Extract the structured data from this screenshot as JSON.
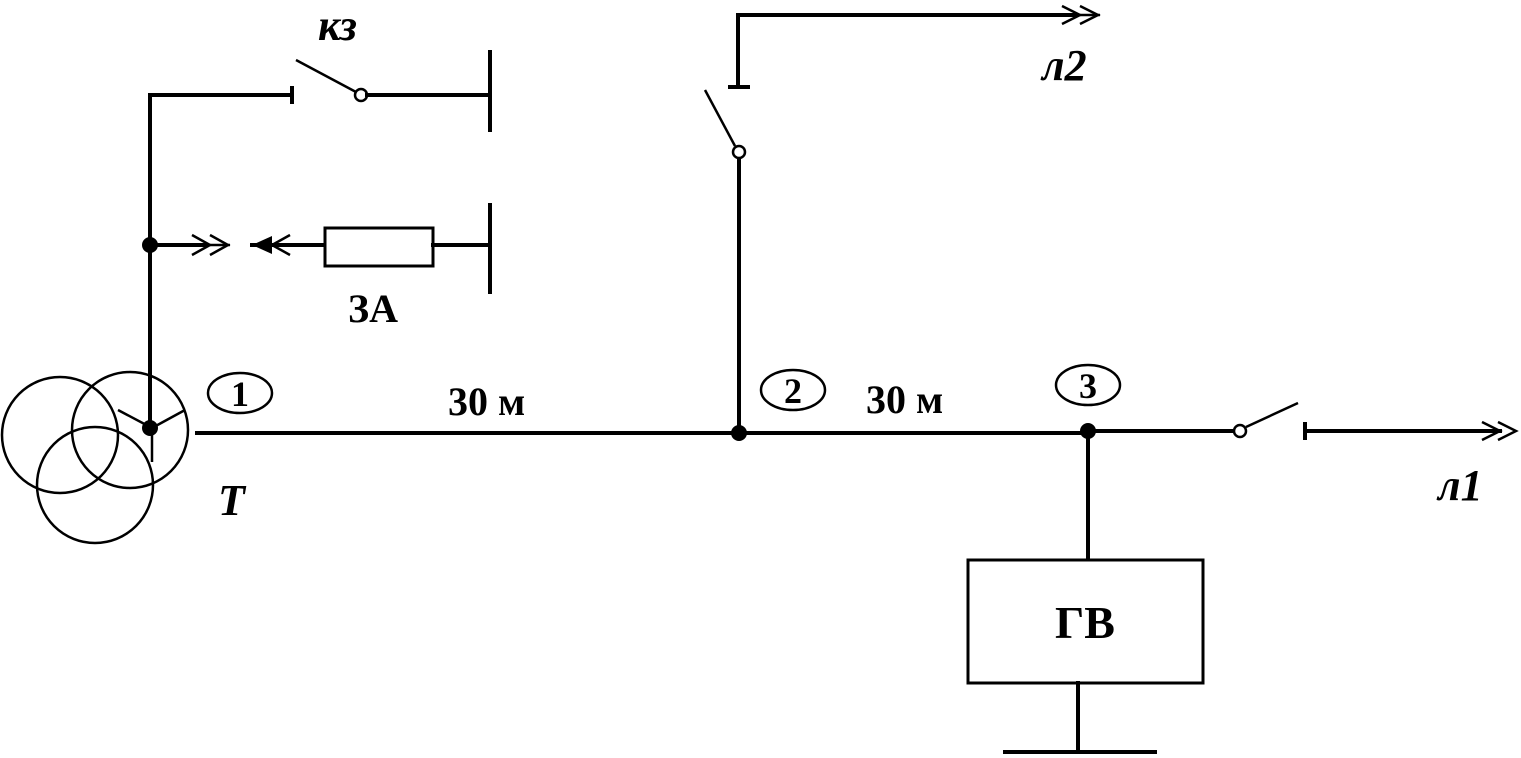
{
  "labels": {
    "kz": "кз",
    "l2": "л2",
    "l1": "л1",
    "za": "ЗА",
    "transformer": "Т",
    "dist_12": "30 м",
    "dist_23": "30 м",
    "gv": "ГВ"
  },
  "nodes": {
    "n1": "1",
    "n2": "2",
    "n3": "3"
  },
  "colors": {
    "line": "#000000",
    "background": "#ffffff"
  }
}
